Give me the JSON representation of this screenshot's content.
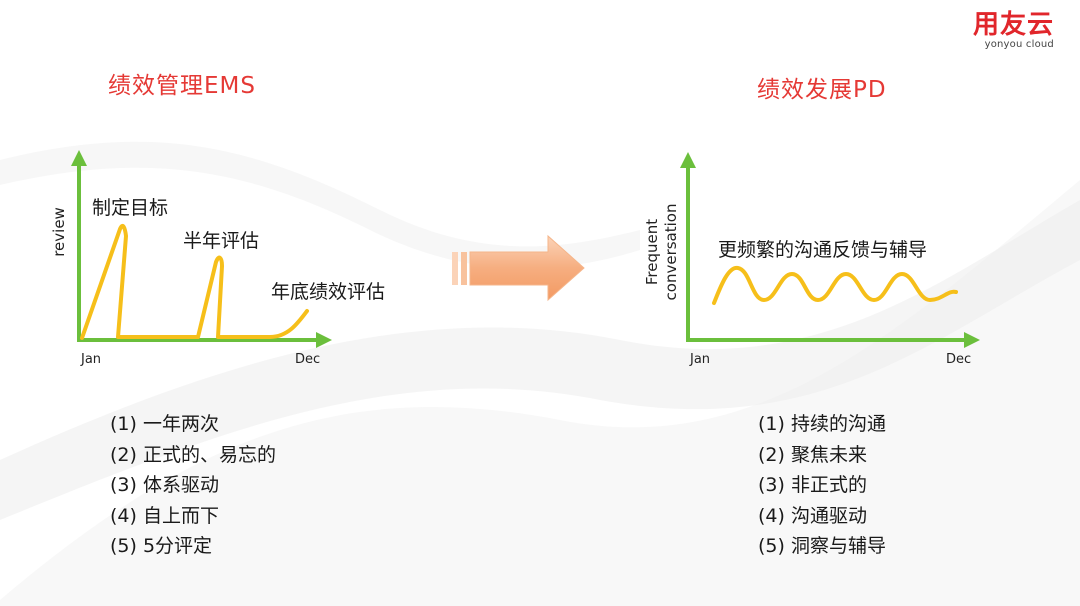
{
  "brand": {
    "logo_text": "用友云",
    "logo_sub": "yonyou cloud",
    "accent_color": "#e53935",
    "axis_color": "#6bbf3c",
    "curve_color": "#f6bf1a",
    "arrow_color": "#f3a26f"
  },
  "left_panel": {
    "title": "绩效管理EMS",
    "chart": {
      "y_label": "review",
      "x_start": "Jan",
      "x_end": "Dec",
      "annotations": [
        "制定目标",
        "半年评估",
        "年底绩效评估"
      ]
    },
    "items": [
      {
        "num": "(1)",
        "text": "一年两次"
      },
      {
        "num": "(2)",
        "text": "正式的、易忘的"
      },
      {
        "num": "(3)",
        "text": "体系驱动"
      },
      {
        "num": "(4)",
        "text": "自上而下"
      },
      {
        "num": "(5)",
        "text": "5分评定"
      }
    ]
  },
  "right_panel": {
    "title": "绩效发展PD",
    "chart": {
      "y_label_line1": "Frequent",
      "y_label_line2": "conversation",
      "x_start": "Jan",
      "x_end": "Dec",
      "annotation": "更频繁的沟通反馈与辅导"
    },
    "items": [
      {
        "num": "(1)",
        "text": "持续的沟通"
      },
      {
        "num": "(2)",
        "text": "聚焦未来"
      },
      {
        "num": "(3)",
        "text": "非正式的"
      },
      {
        "num": "(4)",
        "text": "沟通驱动"
      },
      {
        "num": "(5)",
        "text": "洞察与辅导"
      }
    ]
  }
}
